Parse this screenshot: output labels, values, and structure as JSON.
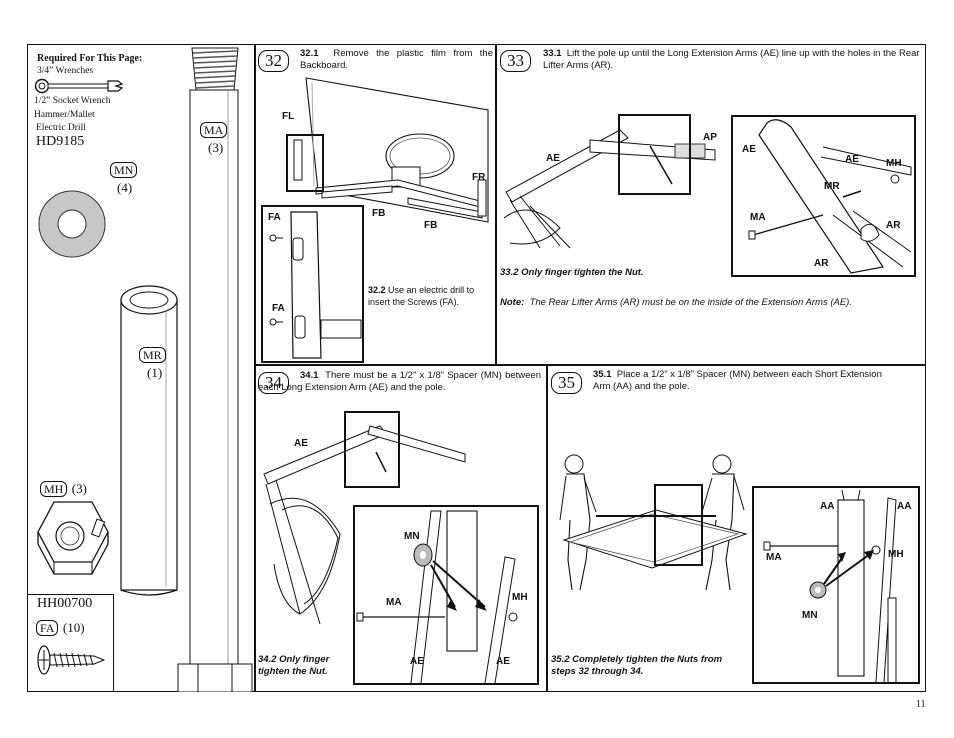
{
  "parts_panel": {
    "heading": "Required For This Page:",
    "tools": [
      "3/4” Wrenches",
      "1/2” Socket Wrench",
      "Hammer/Mallet",
      "Electric Drill"
    ],
    "kit_code": "HD9185",
    "parts": [
      {
        "code": "MA",
        "qty": "(3)"
      },
      {
        "code": "MN",
        "qty": "(4)"
      },
      {
        "code": "MR",
        "qty": "(1)"
      },
      {
        "code": "MH",
        "qty": "(3)"
      },
      {
        "code": "FA",
        "qty": "(10)"
      }
    ],
    "kit_code_2": "HH00700"
  },
  "step32": {
    "number": "32",
    "sub1_num": "32.1",
    "sub1_text": "Remove the plastic film from the Backboard.",
    "sub2_num": "32.2",
    "sub2_text": "Use an electric drill to insert the Screws (FA).",
    "labels": {
      "fl": "FL",
      "fr": "FR",
      "fb1": "FB",
      "fb2": "FB",
      "fa1": "FA",
      "fa2": "FA"
    }
  },
  "step33": {
    "number": "33",
    "sub1_num": "33.1",
    "sub1_text": "Lift the pole up until the Long Extension Arms (AE) line up with the holes in the Rear Lifter Arms (AR).",
    "sub2": "33.2  Only finger tighten the Nut.",
    "note_label": "Note:",
    "note_text": "The Rear Lifter Arms (AR) must be on the inside of the Extension Arms (AE).",
    "labels": {
      "ae1": "AE",
      "ap": "AP",
      "ae2": "AE",
      "ae3": "AE",
      "mh": "MH",
      "mr": "MR",
      "ma": "MA",
      "ar1": "AR",
      "ar2": "AR"
    }
  },
  "step34": {
    "number": "34",
    "sub1_num": "34.1",
    "sub1_text": "There must be a 1/2” x 1/8” Spacer (MN) between each Long Extension Arm (AE) and the pole.",
    "sub2": "34.2  Only finger tighten the Nut.",
    "labels": {
      "ae": "AE",
      "mn": "MN",
      "ma": "MA",
      "mh": "MH",
      "ae_l": "AE",
      "ae_r": "AE"
    }
  },
  "step35": {
    "number": "35",
    "sub1_num": "35.1",
    "sub1_text": "Place a 1/2” x 1/8” Spacer (MN) between each Short Extension Arm (AA) and the pole.",
    "sub2": "35.2  Completely tighten the Nuts from steps 32 through 34.",
    "labels": {
      "aa1": "AA",
      "aa2": "AA",
      "ma": "MA",
      "mh": "MH",
      "mn": "MN"
    }
  },
  "page_number": "11"
}
